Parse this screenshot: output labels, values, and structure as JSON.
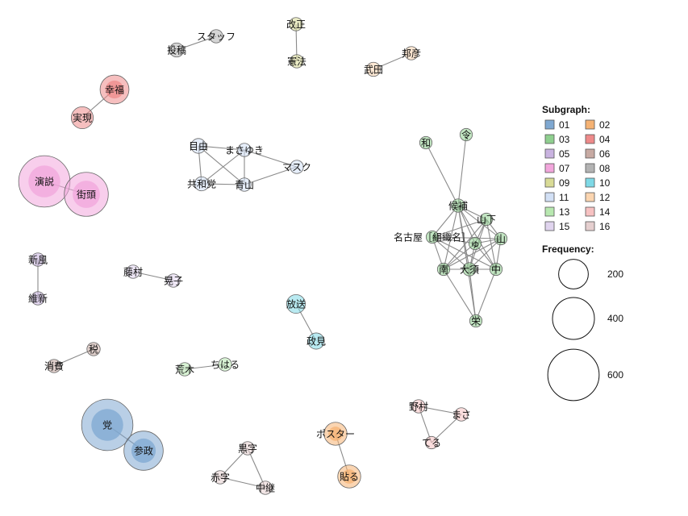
{
  "colors": {
    "01": "#7fa8d1",
    "02": "#f5b273",
    "03": "#8fcf8f",
    "04": "#ee8a8a",
    "05": "#c9b3e0",
    "06": "#c7aaa3",
    "07": "#f2a6dc",
    "08": "#b3b3b3",
    "09": "#d9db96",
    "10": "#7fd9e6",
    "11": "#d2e0f5",
    "12": "#fbd5b0",
    "13": "#b8e8b0",
    "14": "#f7c2c2",
    "15": "#e0d4ee",
    "16": "#e5cfcf"
  },
  "legend": {
    "subgraph_title": "Subgraph:",
    "subgraph_items": [
      "01",
      "02",
      "03",
      "04",
      "05",
      "06",
      "07",
      "08",
      "09",
      "10",
      "11",
      "12",
      "13",
      "14",
      "15",
      "16"
    ],
    "frequency_title": "Frequency:",
    "frequency_items": [
      {
        "value": 200,
        "label": "200"
      },
      {
        "value": 400,
        "label": "400"
      },
      {
        "value": 600,
        "label": "600"
      }
    ]
  },
  "nodes": [
    {
      "id": "改正",
      "group": "09",
      "freq": 40
    },
    {
      "id": "憲法",
      "group": "09",
      "freq": 40
    },
    {
      "id": "スタッフ",
      "group": "08",
      "freq": 40
    },
    {
      "id": "投稿",
      "group": "08",
      "freq": 45
    },
    {
      "id": "邦彦",
      "group": "12",
      "freq": 40
    },
    {
      "id": "武田",
      "group": "12",
      "freq": 45
    },
    {
      "id": "幸福",
      "group": "04",
      "freq": 190
    },
    {
      "id": "実現",
      "group": "04",
      "freq": 110
    },
    {
      "id": "目由",
      "group": "11",
      "freq": 50
    },
    {
      "id": "まさゆき",
      "group": "11",
      "freq": 40
    },
    {
      "id": "マスク",
      "group": "11",
      "freq": 40
    },
    {
      "id": "共和党",
      "group": "11",
      "freq": 45
    },
    {
      "id": "青山",
      "group": "11",
      "freq": 40
    },
    {
      "id": "和",
      "group": "03",
      "freq": 35
    },
    {
      "id": "令",
      "group": "03",
      "freq": 35
    },
    {
      "id": "候補",
      "group": "03",
      "freq": 40
    },
    {
      "id": "山下",
      "group": "03",
      "freq": 35
    },
    {
      "id": "名古屋［組織名］",
      "group": "03",
      "freq": 35
    },
    {
      "id": "ゅ",
      "group": "03",
      "freq": 35
    },
    {
      "id": "山",
      "group": "03",
      "freq": 35
    },
    {
      "id": "南",
      "group": "03",
      "freq": 35
    },
    {
      "id": "大須",
      "group": "03",
      "freq": 40
    },
    {
      "id": "中",
      "group": "03",
      "freq": 35
    },
    {
      "id": "栄",
      "group": "03",
      "freq": 35
    },
    {
      "id": "演説",
      "group": "07",
      "freq": 600
    },
    {
      "id": "街頭",
      "group": "07",
      "freq": 440
    },
    {
      "id": "新風",
      "group": "05",
      "freq": 40
    },
    {
      "id": "維新",
      "group": "05",
      "freq": 40
    },
    {
      "id": "藤村",
      "group": "15",
      "freq": 40
    },
    {
      "id": "晃子",
      "group": "15",
      "freq": 40
    },
    {
      "id": "放送",
      "group": "10",
      "freq": 80
    },
    {
      "id": "政見",
      "group": "10",
      "freq": 60
    },
    {
      "id": "税",
      "group": "06",
      "freq": 40
    },
    {
      "id": "消費",
      "group": "06",
      "freq": 40
    },
    {
      "id": "荒木",
      "group": "13",
      "freq": 40
    },
    {
      "id": "ちはる",
      "group": "13",
      "freq": 40
    },
    {
      "id": "野村",
      "group": "14",
      "freq": 40
    },
    {
      "id": "まさ",
      "group": "14",
      "freq": 40
    },
    {
      "id": "てる",
      "group": "14",
      "freq": 35
    },
    {
      "id": "党",
      "group": "01",
      "freq": 600
    },
    {
      "id": "参政",
      "group": "01",
      "freq": 350
    },
    {
      "id": "ポスター",
      "group": "02",
      "freq": 120
    },
    {
      "id": "貼る",
      "group": "02",
      "freq": 120
    },
    {
      "id": "黒字",
      "group": "16",
      "freq": 40
    },
    {
      "id": "赤字",
      "group": "16",
      "freq": 40
    },
    {
      "id": "中継",
      "group": "16",
      "freq": 40
    }
  ],
  "edges": [
    [
      "改正",
      "憲法"
    ],
    [
      "スタッフ",
      "投稿"
    ],
    [
      "邦彦",
      "武田"
    ],
    [
      "幸福",
      "実現"
    ],
    [
      "目由",
      "まさゆき"
    ],
    [
      "目由",
      "共和党"
    ],
    [
      "目由",
      "青山"
    ],
    [
      "まさゆき",
      "共和党"
    ],
    [
      "まさゆき",
      "青山"
    ],
    [
      "まさゆき",
      "マスク"
    ],
    [
      "青山",
      "マスク"
    ],
    [
      "共和党",
      "青山"
    ],
    [
      "和",
      "候補"
    ],
    [
      "令",
      "候補"
    ],
    [
      "候補",
      "山下"
    ],
    [
      "候補",
      "名古屋［組織名］"
    ],
    [
      "候補",
      "ゅ"
    ],
    [
      "候補",
      "山"
    ],
    [
      "候補",
      "南"
    ],
    [
      "候補",
      "大須"
    ],
    [
      "候補",
      "中"
    ],
    [
      "候補",
      "栄"
    ],
    [
      "山下",
      "名古屋［組織名］"
    ],
    [
      "山下",
      "ゅ"
    ],
    [
      "山下",
      "山"
    ],
    [
      "山下",
      "南"
    ],
    [
      "山下",
      "大須"
    ],
    [
      "山下",
      "中"
    ],
    [
      "名古屋［組織名］",
      "ゅ"
    ],
    [
      "名古屋［組織名］",
      "山"
    ],
    [
      "名古屋［組織名］",
      "南"
    ],
    [
      "名古屋［組織名］",
      "大須"
    ],
    [
      "名古屋［組織名］",
      "中"
    ],
    [
      "ゅ",
      "山"
    ],
    [
      "ゅ",
      "南"
    ],
    [
      "ゅ",
      "大須"
    ],
    [
      "ゅ",
      "中"
    ],
    [
      "山",
      "南"
    ],
    [
      "山",
      "大須"
    ],
    [
      "山",
      "中"
    ],
    [
      "南",
      "大須"
    ],
    [
      "南",
      "中"
    ],
    [
      "南",
      "栄"
    ],
    [
      "大須",
      "中"
    ],
    [
      "大須",
      "栄"
    ],
    [
      "中",
      "栄"
    ],
    [
      "演説",
      "街頭"
    ],
    [
      "新風",
      "維新"
    ],
    [
      "藤村",
      "晃子"
    ],
    [
      "放送",
      "政見"
    ],
    [
      "税",
      "消費"
    ],
    [
      "荒木",
      "ちはる"
    ],
    [
      "野村",
      "まさ"
    ],
    [
      "野村",
      "てる"
    ],
    [
      "まさ",
      "てる"
    ],
    [
      "党",
      "参政"
    ],
    [
      "ポスター",
      "貼る"
    ],
    [
      "黒字",
      "赤字"
    ],
    [
      "黒字",
      "中継"
    ],
    [
      "赤字",
      "中継"
    ]
  ]
}
